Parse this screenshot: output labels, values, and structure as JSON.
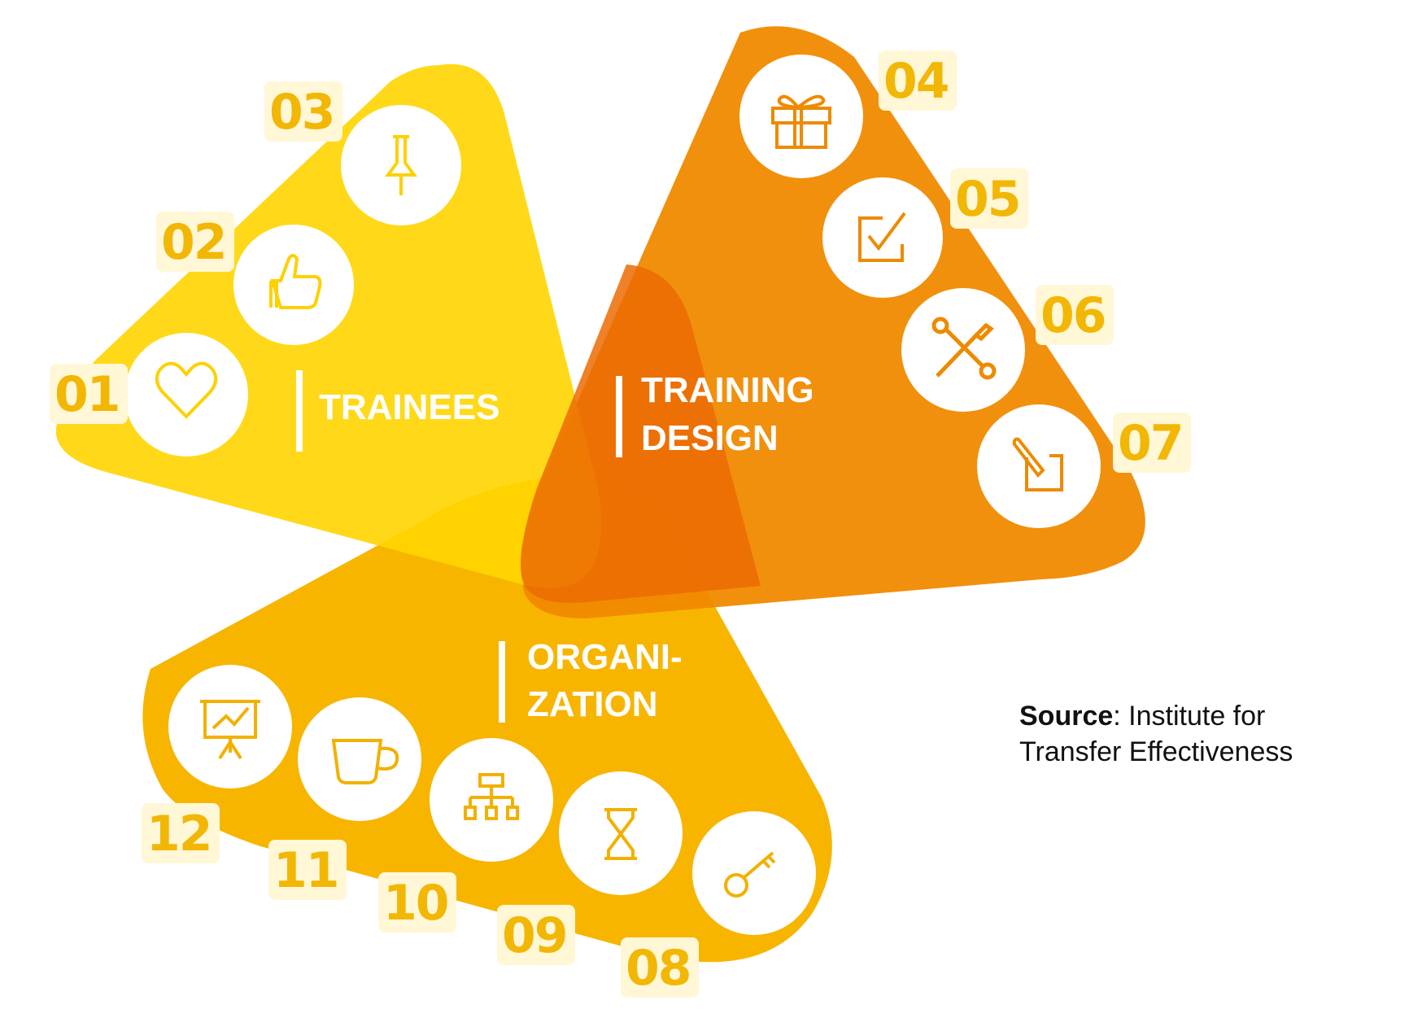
{
  "colors": {
    "trainees": "#FFD500",
    "training_design": "#F08A00",
    "organization": "#F7B500",
    "overlap_center": "#EC6B04",
    "number_text": "#F2B705",
    "number_bg": "#FFF7D6",
    "circle": "#FFFFFF"
  },
  "groups": {
    "trainees": {
      "label": "TRAINEES",
      "icon_color": "#FFD000"
    },
    "training_design": {
      "label_line1": "TRAINING",
      "label_line2": "DESIGN",
      "icon_color": "#EE8A00"
    },
    "organization": {
      "label_line1": "ORGANI-",
      "label_line2": "ZATION",
      "icon_color": "#F3B000"
    }
  },
  "items": [
    {
      "number": "01",
      "icon": "heart-icon"
    },
    {
      "number": "02",
      "icon": "thumbs-up-icon"
    },
    {
      "number": "03",
      "icon": "pushpin-icon"
    },
    {
      "number": "04",
      "icon": "gift-icon"
    },
    {
      "number": "05",
      "icon": "checkbox-icon"
    },
    {
      "number": "06",
      "icon": "wrench-screwdriver-icon"
    },
    {
      "number": "07",
      "icon": "edit-icon"
    },
    {
      "number": "08",
      "icon": "key-icon"
    },
    {
      "number": "09",
      "icon": "hourglass-icon"
    },
    {
      "number": "10",
      "icon": "org-chart-icon"
    },
    {
      "number": "11",
      "icon": "cup-icon"
    },
    {
      "number": "12",
      "icon": "presentation-icon"
    }
  ],
  "source": {
    "label": "Source",
    "text": ": Institute for Transfer Effectiveness"
  }
}
